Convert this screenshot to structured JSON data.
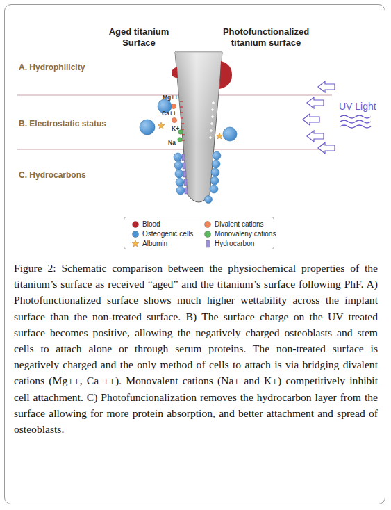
{
  "diagram": {
    "caption": "Figure 2: Schematic comparison between the physiochemical properties of the titanium’s surface as received “aged” and the titanium’s surface following PhF. A) Photofunctionalized surface shows much higher wettability across the implant surface than the non-treated surface. B) The surface charge on the UV treated surface becomes positive, allowing the negatively charged osteoblasts and stem cells to attach alone or through serum proteins. The non-treated surface is negatively charged and the only method of cells to attach is via bridging divalent cations (Mg++, Ca ++). Monovalent cations (Na+ and K+) competitively inhibit cell attachment. C) Photofuncionalization removes the hydrocarbon layer from the surface allowing for more protein absorption, and better attachment and spread of osteoblasts.",
    "labels": [
      "Aged titanium Surface",
      "Photofunctionalized titanium surface",
      "A. Hydrophilicity",
      "B. Electrostatic status",
      "C. Hydrocarbons",
      "Mg++",
      "Ca++",
      "K+",
      "Na",
      "UV Light"
    ],
    "legend": [
      {
        "text": "Blood",
        "color": "#b3262b"
      },
      {
        "text": "Osteogenic cells",
        "color": "#4d94d6"
      },
      {
        "text": "Albumin"
      },
      {
        "text": "Divalent cations",
        "color": "#f0845a"
      },
      {
        "text": "Monovaleny cations",
        "color": "#5cb85c"
      },
      {
        "text": "Hydrocarbon",
        "color": "#9a8fd8"
      }
    ]
  }
}
